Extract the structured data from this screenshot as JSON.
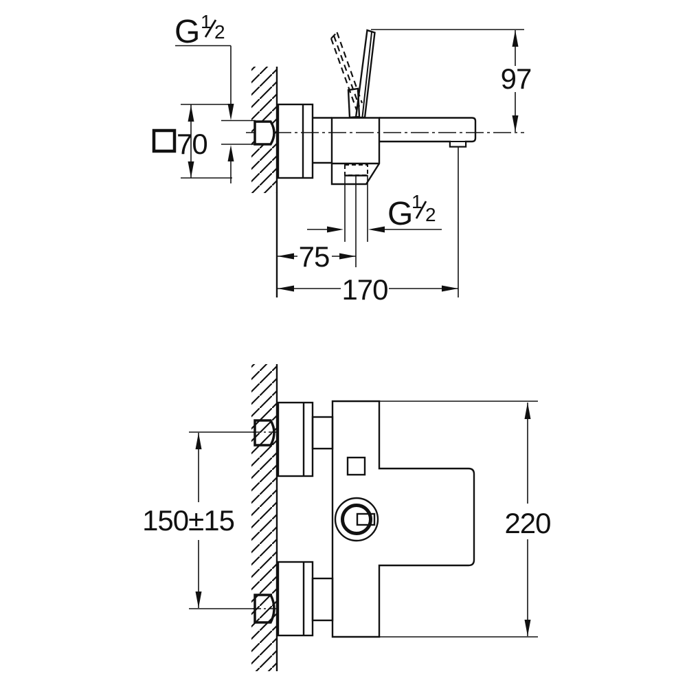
{
  "product_drawing": {
    "background_color": "#ffffff",
    "line_color": "#111111",
    "views": [
      "side-section-view",
      "plan-view"
    ],
    "dimensions": {
      "wall_thread": {
        "prefix": "G",
        "numerator": "1",
        "denominator": "2"
      },
      "outlet_thread": {
        "prefix": "G",
        "numerator": "1",
        "denominator": "2"
      },
      "escutcheon_size": {
        "symbol": "□",
        "value": "70"
      },
      "lever_height": "97",
      "outlet_offset": "75",
      "spout_reach": "170",
      "inlet_spacing": "150±15",
      "body_width": "220"
    }
  }
}
